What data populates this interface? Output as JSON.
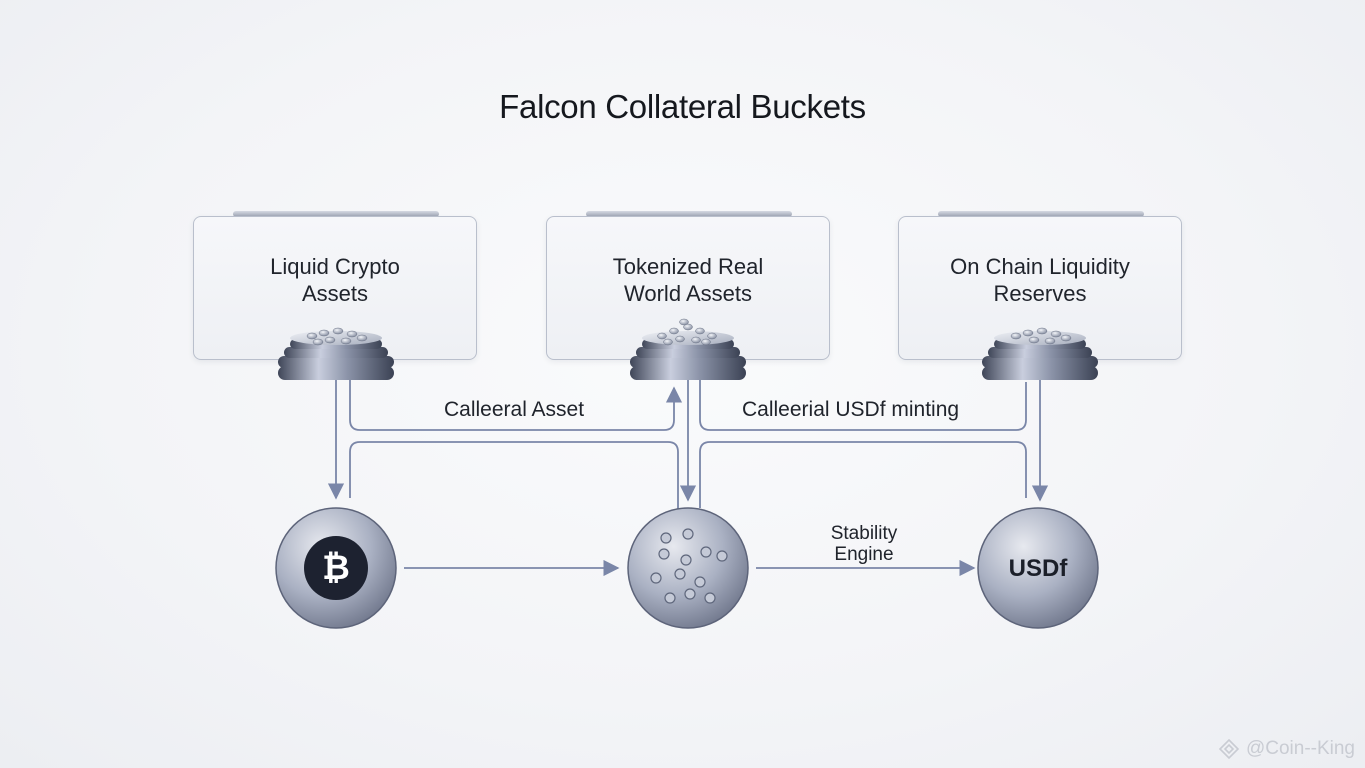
{
  "title": "Falcon Collateral Buckets",
  "buckets": [
    {
      "line1": "Liquid Crypto",
      "line2": "Assets"
    },
    {
      "line1": "Tokenized Real",
      "line2": "World Assets"
    },
    {
      "line1": "On Chain Liquidity",
      "line2": "Reserves"
    }
  ],
  "flows": {
    "left_label": "Calleeral Asset",
    "right_label": "Calleerial USDf minting",
    "engine_line1": "Stability",
    "engine_line2": "Engine"
  },
  "nodes": {
    "bitcoin_symbol": "₿",
    "usdf": "USDf"
  },
  "watermark": "@Coin--King",
  "colors": {
    "arrow": "#7a86a8",
    "coin_dark": "#4c5366",
    "coin_light": "#dfe2ea",
    "border": "#b9bfcc"
  }
}
